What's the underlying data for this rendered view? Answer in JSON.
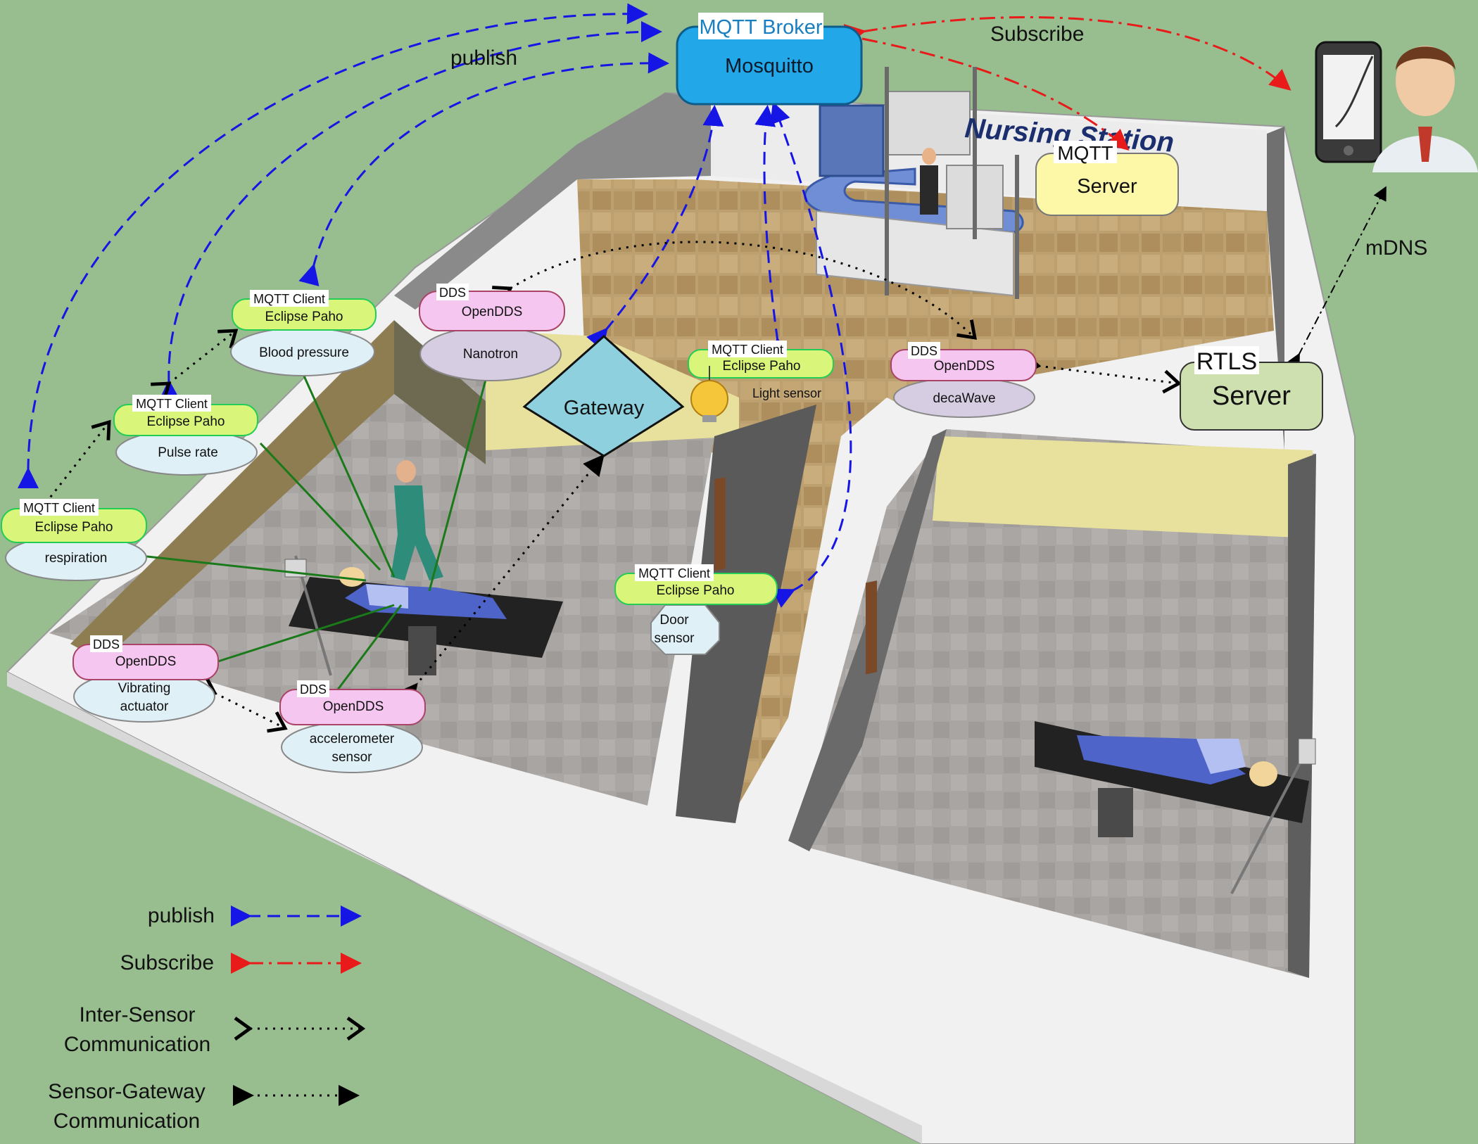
{
  "labels": {
    "publish": "publish",
    "subscribe": "Subscribe",
    "mdns": "mDNS",
    "nursing_station": "Nursing Station",
    "light_sensor": "Light sensor"
  },
  "broker": {
    "title": "MQTT Broker",
    "name": "Mosquitto"
  },
  "mqtt_server": {
    "title": "MQTT",
    "name": "Server"
  },
  "rtls_server": {
    "title": "RTLS",
    "name": "Server"
  },
  "gateway": {
    "label": "Gateway"
  },
  "nodes": {
    "blood_pressure": {
      "tag": "MQTT Client",
      "name": "Eclipse Paho",
      "sensor": "Blood pressure"
    },
    "pulse_rate": {
      "tag": "MQTT Client",
      "name": "Eclipse Paho",
      "sensor": "Pulse rate"
    },
    "respiration": {
      "tag": "MQTT Client",
      "name": "Eclipse Paho",
      "sensor": "respiration"
    },
    "nanotron": {
      "tag": "DDS",
      "name": "OpenDDS",
      "sensor": "Nanotron"
    },
    "light": {
      "tag": "MQTT Client",
      "name": "Eclipse Paho"
    },
    "decawave": {
      "tag": "DDS",
      "name": "OpenDDS",
      "sensor": "decaWave"
    },
    "door": {
      "tag": "MQTT Client",
      "name": "Eclipse Paho",
      "sensor_line1": "Door",
      "sensor_line2": "sensor"
    },
    "vibrating": {
      "tag": "DDS",
      "name": "OpenDDS",
      "sensor_line1": "Vibrating",
      "sensor_line2": "actuator"
    },
    "accelerometer": {
      "tag": "DDS",
      "name": "OpenDDS",
      "sensor_line1": "accelerometer",
      "sensor_line2": "sensor"
    }
  },
  "legend": {
    "publish": "publish",
    "subscribe": "Subscribe",
    "inter_sensor_1": "Inter-Sensor",
    "inter_sensor_2": "Communication",
    "sensor_gateway_1": "Sensor-Gateway",
    "sensor_gateway_2": "Communication"
  },
  "colors": {
    "background": "#98bd8f",
    "publish": "#1515e6",
    "subscribe": "#e81a1a",
    "mqtt_client": "#d9f57a",
    "dds": "#f5c6ef",
    "broker": "#22a8e8",
    "server": "#fcf8a8",
    "rtls": "#cfe0b0",
    "gateway": "#8ed0de"
  }
}
